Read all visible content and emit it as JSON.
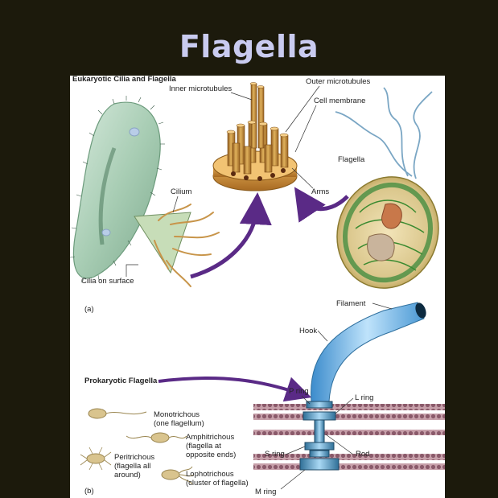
{
  "slide": {
    "title": "Flagella"
  },
  "eukaryotic": {
    "heading": "Eukaryotic Cilia and Flagella",
    "panel_letter": "(a)",
    "labels": {
      "inner_microtubules": "Inner microtubules",
      "outer_microtubules": "Outer microtubules",
      "cell_membrane": "Cell membrane",
      "flagella": "Flagella",
      "arms": "Arms",
      "cilium": "Cilium",
      "cilia_on_surface": "Cilia on surface"
    }
  },
  "prokaryotic": {
    "heading": "Prokaryotic Flagella",
    "panel_letter": "(b)",
    "labels": {
      "filament": "Filament",
      "hook": "Hook",
      "p_ring": "P ring",
      "l_ring": "L ring",
      "s_ring": "S ring",
      "rod": "Rod",
      "m_ring": "M ring"
    },
    "arrangements": {
      "monotrichous": "Monotrichous",
      "monotrichous_note": "(one flagellum)",
      "amphitrichous": "Amphitrichous",
      "amphitrichous_note1": "(flagella at",
      "amphitrichous_note2": "opposite ends)",
      "peritrichous": "Peritrichous",
      "peritrichous_note1": "(flagella all",
      "peritrichous_note2": "around)",
      "lophotrichous": "Lophotrichous",
      "lophotrichous_note": "(cluster of flagella)"
    }
  },
  "colors": {
    "background": "#1c1a0c",
    "title": "#c9cbf0",
    "arrow": "#5a2a86",
    "microtubule": "#c9963a",
    "hook": "#74b8e8",
    "membrane": "#9a6a7a"
  }
}
